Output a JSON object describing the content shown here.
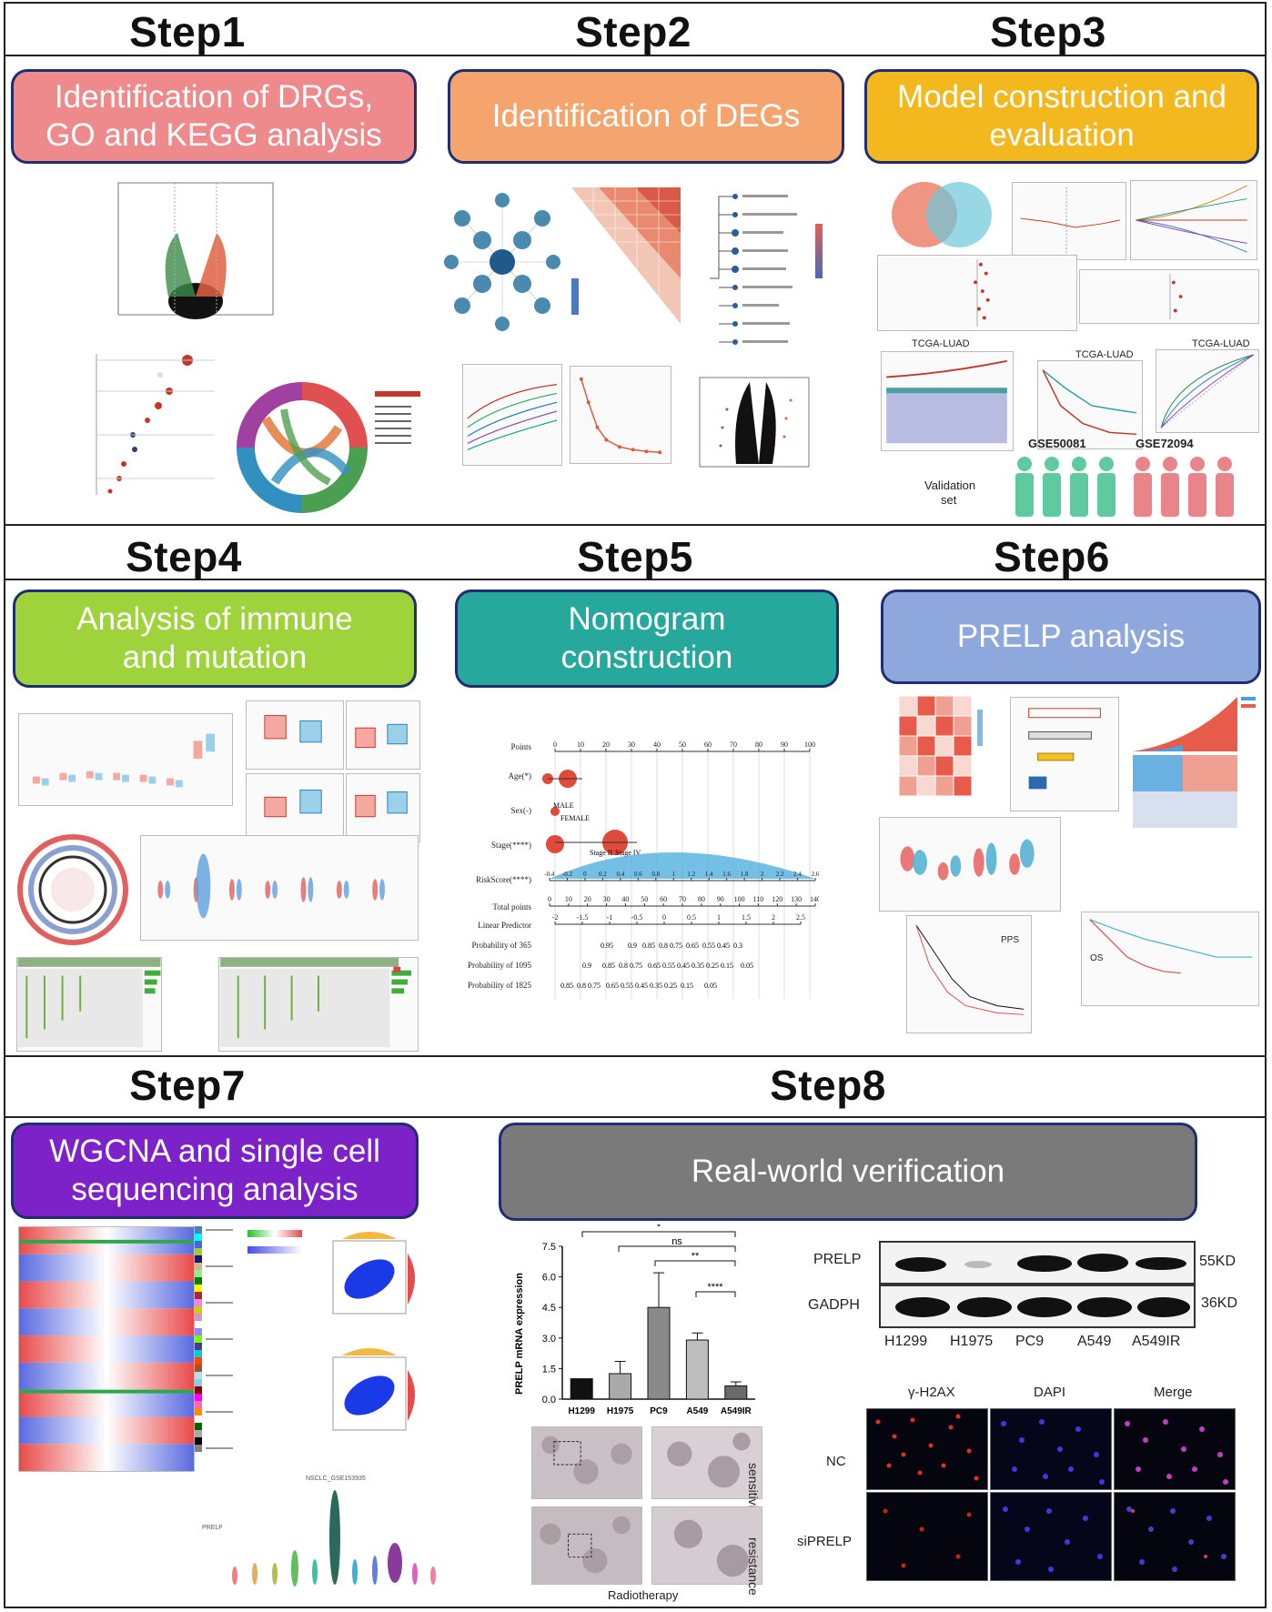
{
  "steps": {
    "s1": "Step1",
    "s2": "Step2",
    "s3": "Step3",
    "s4": "Step4",
    "s5": "Step5",
    "s6": "Step6",
    "s7": "Step7",
    "s8": "Step8"
  },
  "boxes": {
    "b1": {
      "line1": "Identification of DRGs,",
      "line2": "GO and KEGG analysis",
      "color": "#ee8a8c"
    },
    "b2": {
      "line1": "Identification of DEGs",
      "color": "#f5a46e"
    },
    "b3": {
      "line1": "Model construction and",
      "line2": "evaluation",
      "color": "#f3b81d"
    },
    "b4": {
      "line1": "Analysis of immune",
      "line2": "and  mutation",
      "color": "#9ed33c"
    },
    "b5": {
      "line1": "Nomogram",
      "line2": "construction",
      "color": "#26a89c"
    },
    "b6": {
      "line1": "PRELP analysis",
      "color": "#8ea8dd"
    },
    "b7": {
      "line1": "WGCNA and single cell",
      "line2": "sequencing analysis",
      "color": "#7d22c8"
    },
    "b8": {
      "line1": "Real-world verification",
      "color": "#7a7a7a"
    }
  },
  "step3_extra": {
    "tcga1": "TCGA-LUAD",
    "tcga2": "TCGA-LUAD",
    "tcga3": "TCGA-LUAD",
    "gse1": "GSE50081",
    "gse2": "GSE72094",
    "validation_line1": "Validation",
    "validation_line2": "set"
  },
  "step5_nomogram": {
    "rows": [
      "Points",
      "Age(*)",
      "Sex(-)",
      "Stage(****)",
      "RiskScore(****)",
      "Total points",
      "Linear Predictor",
      "Probability of 365",
      "Probability of 1095",
      "Probability of 1825"
    ],
    "points_ticks": [
      "0",
      "10",
      "20",
      "30",
      "40",
      "50",
      "60",
      "70",
      "80",
      "90",
      "100"
    ],
    "total_ticks": [
      "0",
      "10",
      "20",
      "30",
      "40",
      "50",
      "60",
      "70",
      "80",
      "90",
      "100",
      "110",
      "120",
      "130",
      "140"
    ],
    "risk_ticks": [
      "-0.4",
      "-0.2",
      "0",
      "0.2",
      "0.4",
      "0.6",
      "0.8",
      "1",
      "1.2",
      "1.4",
      "1.6",
      "1.8",
      "2",
      "2.2",
      "2.4",
      "2.6"
    ],
    "linear_ticks": [
      "-2",
      "-1.5",
      "-1",
      "-0.5",
      "0",
      "0.5",
      "1",
      "1.5",
      "2",
      "2.5"
    ],
    "p365": "0.95        0.9   0.85  0.8 0.75  0.65  0.55 0.45  0.3",
    "p1095": "0.9      0.85  0.8 0.75   0.65 0.55 0.45 0.35 0.25 0.15    0.05",
    "p1825": "0.85  0.8 0.75   0.65 0.55 0.45 0.35 0.25  0.15      0.05",
    "sex_labels": [
      "MALE",
      "FEMALE"
    ],
    "stage_labels": [
      "Stage II",
      "Stage IV"
    ]
  },
  "step6_extra": {
    "pps": "PPS",
    "os": "OS"
  },
  "step8": {
    "bar_chart": {
      "ylabel": "PRELP mRNA expression",
      "yticks": [
        "0.0",
        "1.5",
        "3.0",
        "4.5",
        "6.0",
        "7.5"
      ],
      "categories": [
        "H1299",
        "H1975",
        "PC9",
        "A549",
        "A549IR"
      ],
      "sig": [
        "*",
        "ns",
        "**",
        "****"
      ]
    },
    "ihc": {
      "row1": "sensitivity",
      "row2": "resistance",
      "xlabel": "Radiotherapy"
    },
    "blot": {
      "row1": "PRELP",
      "row2": "GADPH",
      "kd1": "55KD",
      "kd2": "36KD",
      "lanes": [
        "H1299",
        "H1975",
        "PC9",
        "A549",
        "A549IR"
      ]
    },
    "if": {
      "cols": [
        "γ-H2AX",
        "DAPI",
        "Merge"
      ],
      "rows": [
        "NC",
        "siPRELP"
      ]
    }
  },
  "step7_extra": {
    "nsclc": "NSCLC_GSE153935",
    "prelp": "PRELP"
  },
  "chart_data": {
    "type": "bar",
    "categories": [
      "H1299",
      "H1975",
      "PC9",
      "A549",
      "A549IR"
    ],
    "values": [
      1.0,
      1.25,
      4.5,
      2.9,
      0.65
    ],
    "errors": [
      0.0,
      0.6,
      1.7,
      0.35,
      0.2
    ],
    "colors": [
      "#111111",
      "#aaaaaa",
      "#8a8a8a",
      "#bdbdbd",
      "#6a6a6a"
    ],
    "ylabel": "PRELP mRNA expression",
    "ylim": [
      0,
      7.5
    ]
  }
}
